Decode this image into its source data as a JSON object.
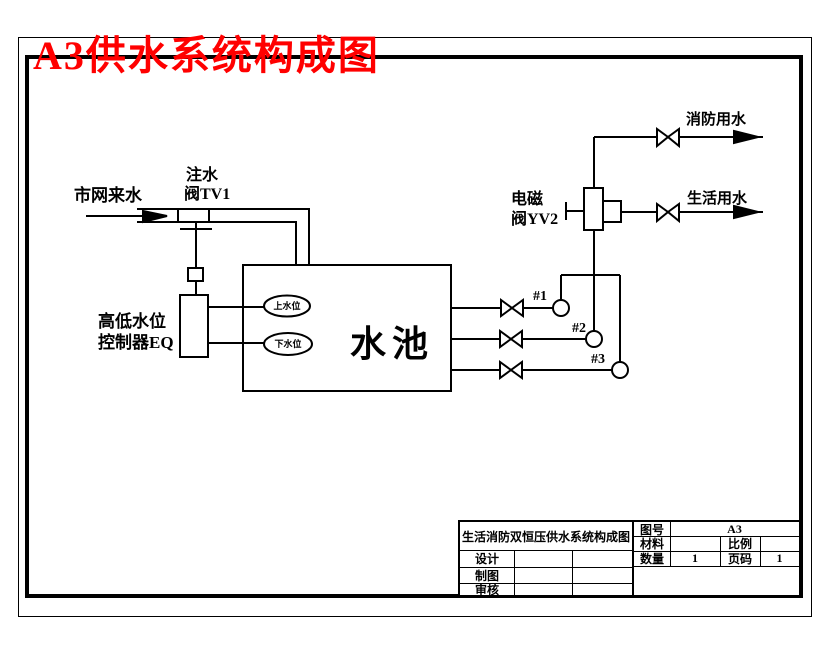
{
  "page_title": {
    "text": "A3供水系统构成图",
    "color": "#ff0000"
  },
  "diagram": {
    "city_water_label": "市网来水",
    "fill_valve_label_1": "注水",
    "fill_valve_label_2": "阀TV1",
    "controller_label_1": "高低水位",
    "controller_label_2": "控制器EQ",
    "tank_label": "水池",
    "upper_level_label": "上水位",
    "lower_level_label": "下水位",
    "solenoid_label_1": "电磁",
    "solenoid_label_2": "阀YV2",
    "fire_water_label": "消防用水",
    "domestic_water_label": "生活用水",
    "pump_labels": [
      "#1",
      "#2",
      "#3"
    ],
    "line_color": "#000000"
  },
  "title_block": {
    "drawing_title": "生活消防双恒压供水系统构成图",
    "design_label": "设计",
    "draft_label": "制图",
    "review_label": "审核",
    "drawing_no_label": "图号",
    "drawing_no": "A3",
    "material_label": "材料",
    "material_value": "",
    "scale_label": "比例",
    "scale_value": "",
    "quantity_label": "数量",
    "quantity_value": "1",
    "page_label": "页码",
    "page_value": "1"
  }
}
